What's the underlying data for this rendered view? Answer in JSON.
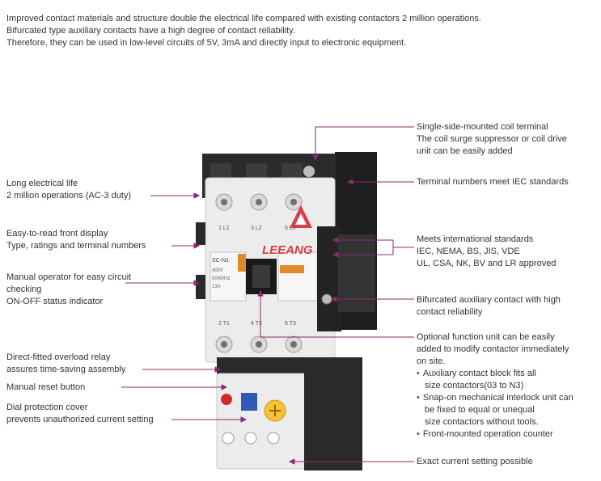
{
  "intro": {
    "line1": "Improved contact materials and structure double the electrical life compared with existing contactors 2 million operations.",
    "line2": " Bifurcated type auxiliary contacts have a high degree of contact reliability.",
    "line3": "Therefore, they can be used in low-level circuits of 5V, 3mA and directly input to electronic equipment."
  },
  "left": {
    "life": [
      "Long electrical life",
      "2 million operations (AC-3 duty)"
    ],
    "display": [
      "Easy-to-read front display",
      "Type, ratings and terminal numbers"
    ],
    "manual": [
      "Manual operator for easy circuit",
      "checking",
      "ON-OFF status indicator"
    ],
    "overload": [
      "Direct-fitted overload relay",
      "assures time-saving assembly"
    ],
    "reset": [
      "Manual reset button"
    ],
    "dial": [
      "Dial protection cover",
      "prevents unauthorized current setting"
    ]
  },
  "right": {
    "coil": [
      "Single-side-mounted coil terminal",
      "The coil surge suppressor or coil drive",
      "unit can be easily added"
    ],
    "terminal": [
      "Terminal numbers meet IEC standards"
    ],
    "standards": [
      "Meets international standards",
      "IEC, NEMA, BS, JIS, VDE",
      "UL, CSA, NK, BV and LR approved"
    ],
    "aux": [
      "Bifurcated auxiliary contact with high",
      "contact reliability"
    ],
    "optional": {
      "lines": [
        "Optional function unit can be easily",
        "added to modify contactor immediately",
        "on site."
      ],
      "b1": [
        "Auxiliary contact block fits all",
        "size contactors(03 to N3)"
      ],
      "b2": [
        "Snap-on mechanical interlock unit can",
        "be fixed to equal or unequal",
        "size contactors without tools."
      ],
      "b3": [
        "Front-mounted operation counter"
      ]
    },
    "exact": [
      "Exact current setting possible"
    ]
  },
  "product": {
    "model": "SC-N1",
    "rating_lines": [
      "400V",
      "50/60Hz",
      "13A"
    ],
    "terminals_top": [
      "1 L1",
      "3 L2",
      "5 L3"
    ],
    "terminals_bottom": [
      "2 T1",
      "4 T2",
      "6 T3"
    ],
    "watermark": "LEEANG"
  },
  "colors": {
    "leader": "#8b2a73",
    "text": "#333333",
    "body_dark": "#2b2b2b",
    "face": "#ececec",
    "label_orange": "#e08a2a",
    "watermark": "#d8202a"
  }
}
